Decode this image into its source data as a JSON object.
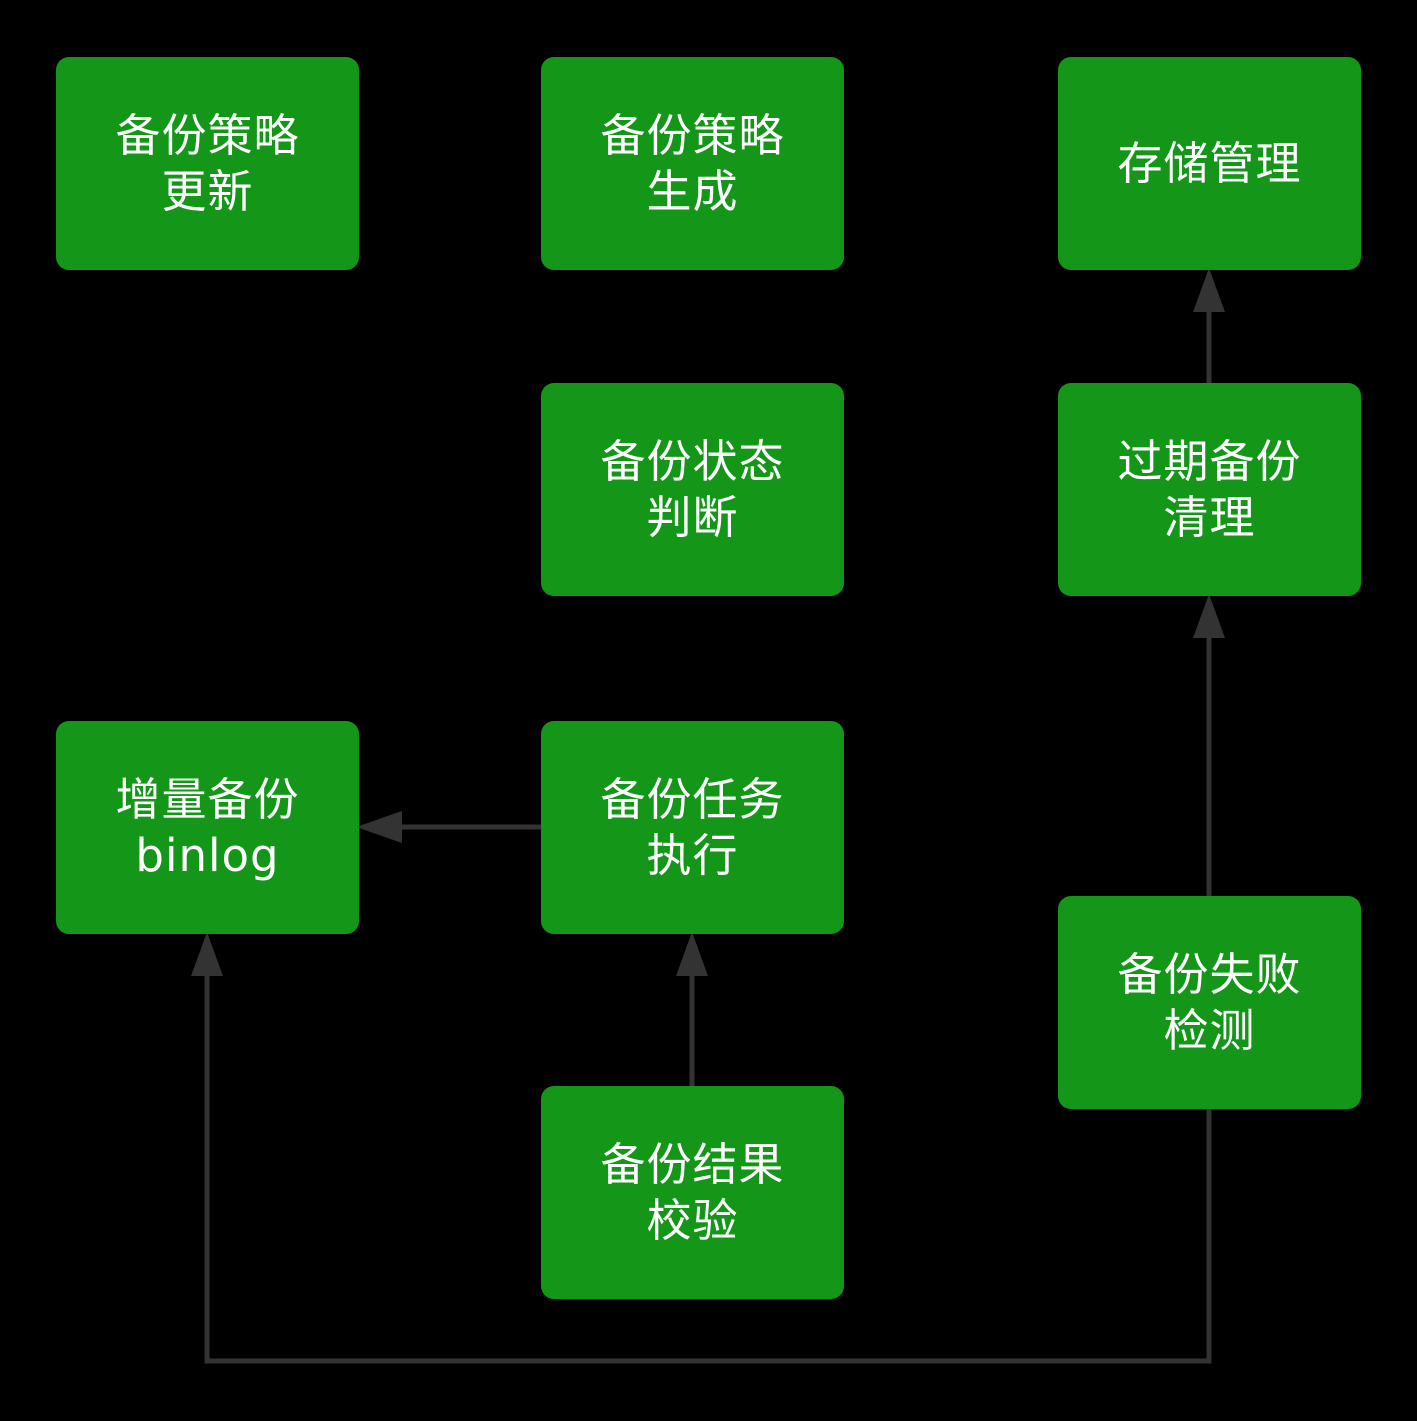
{
  "colors": {
    "background": "#000000",
    "node_fill": "#149618",
    "node_text": "#ffffff",
    "edge": "#333333"
  },
  "nodes": {
    "policy_update": "备份策略\n更新",
    "policy_gen": "备份策略\n生成",
    "storage": "存储管理",
    "status": "备份状态\n判断",
    "expired": "过期备份\n清理",
    "incremental": "增量备份\nbinlog",
    "task": "备份任务\n执行",
    "failure": "备份失败\n检测",
    "verify": "备份结果\n校验"
  },
  "edges": [
    {
      "from": "task",
      "to": "incremental"
    },
    {
      "from": "verify",
      "to": "task"
    },
    {
      "from": "failure",
      "to": "incremental"
    },
    {
      "from": "failure",
      "to": "expired"
    },
    {
      "from": "expired",
      "to": "storage"
    }
  ]
}
